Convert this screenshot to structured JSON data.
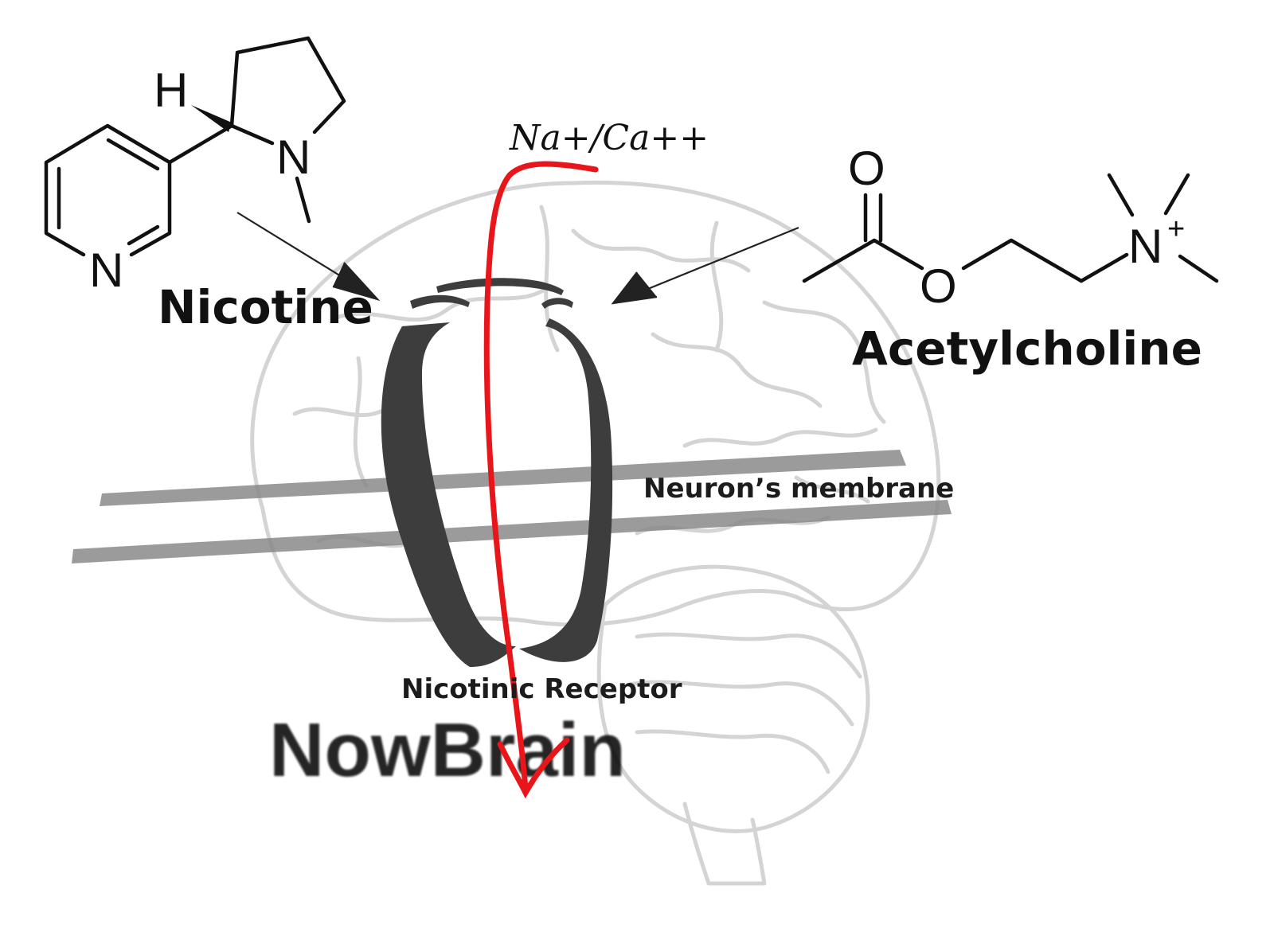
{
  "labels": {
    "nicotine": "Nicotine",
    "acetylcholine": "Acetylcholine",
    "ions": "Na+/Ca++",
    "membrane": "Neuron’s membrane",
    "receptor": "Nicotinic  Receptor",
    "watermark": "NowBrain"
  },
  "nicotine_atoms": {
    "h": "H",
    "n_ring": "N",
    "n_pyrrolidine": "N"
  },
  "acetylcholine_atoms": {
    "o_carbonyl": "O",
    "o_ester": "O",
    "n_plus": "N",
    "charge": "+"
  },
  "colors": {
    "ion_flow": "#e8161a",
    "receptor": "#3d3d3d",
    "membrane": "#8a8a8a",
    "brain_outline": "#d4d4d4",
    "text": "#111111"
  }
}
